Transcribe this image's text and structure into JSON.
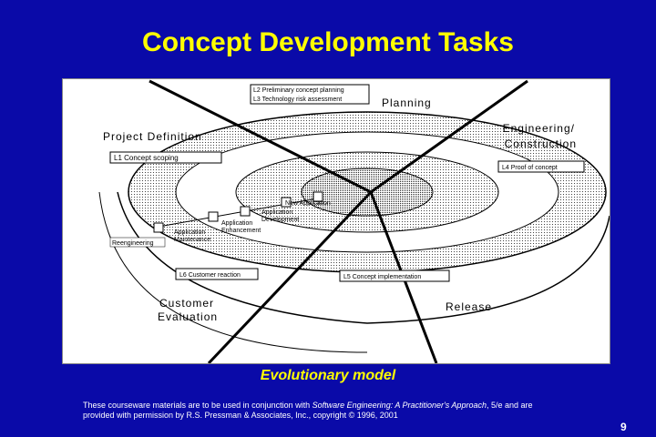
{
  "title": "Concept Development Tasks",
  "caption": "Evolutionary model",
  "footer": {
    "line1_prefix": "These courseware materials are to be used in conjunction with ",
    "book_title": "Software Engineering: A Practitioner's Approach",
    "line1_suffix": ", 5/e and are",
    "line2": "provided with permission by R.S. Pressman & Associates, Inc., copyright © 1996, 2001"
  },
  "page_number": "9",
  "diagram": {
    "regions": {
      "planning": "Planning",
      "project_definition": "Project Definition",
      "engineering_line1": "Engineering/",
      "engineering_line2": "Construction",
      "customer_line1": "Customer",
      "customer_line2": "Evaluation",
      "release": "Release"
    },
    "tasks": {
      "l2": "L2 Preliminary concept planning",
      "l3": "L3 Technology risk assessment",
      "l1": "L1 Concept scoping",
      "l4": "L4 Proof of concept",
      "l6": "L6 Customer reaction",
      "l5": "L5 Concept implementation"
    },
    "project_types": {
      "reengineering": "Reengineering",
      "maintenance_line1": "Application",
      "maintenance_line2": "Maintenance",
      "enhancement_line1": "Application",
      "enhancement_line2": "Enhancement",
      "development_line1": "Application",
      "development_line2": "Development",
      "new_app": "New Application"
    }
  }
}
